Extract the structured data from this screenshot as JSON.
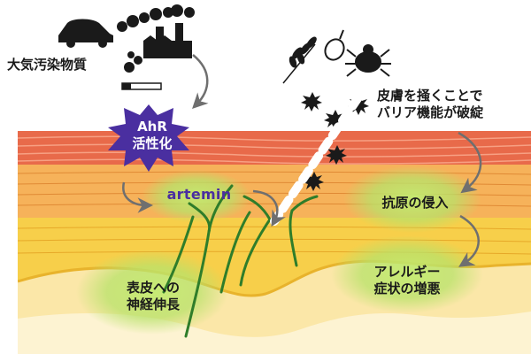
{
  "labels": {
    "pollutant": "大気汚染物質",
    "ahr_line1": "AhR",
    "ahr_line2": "活性化",
    "artemin": "artemin",
    "scratch_line1": "皮膚を掻くことで",
    "scratch_line2": "バリア機能が破綻",
    "antigen": "抗原の侵入",
    "allergy_line1": "アレルギー",
    "allergy_line2": "症状の増悪",
    "nerve_line1": "表皮への",
    "nerve_line2": "神経伸長"
  },
  "icons": [
    "car-icon",
    "smoke-icon",
    "factory-icon",
    "cigarette-icon",
    "wheat-icon",
    "pollen-icon",
    "mite-icon",
    "allergen-particle-icon"
  ],
  "colors": {
    "stratum_corneum": "#e86a4a",
    "granular_layer": "#f6b25a",
    "basal_layer": "#f7d44e",
    "nerve_fiber": "#2f7d2a",
    "glow": "#b8e26a",
    "ahr_burst": "#4a2fa0",
    "arrow": "#6f6f6f",
    "background": "#ffffff"
  }
}
